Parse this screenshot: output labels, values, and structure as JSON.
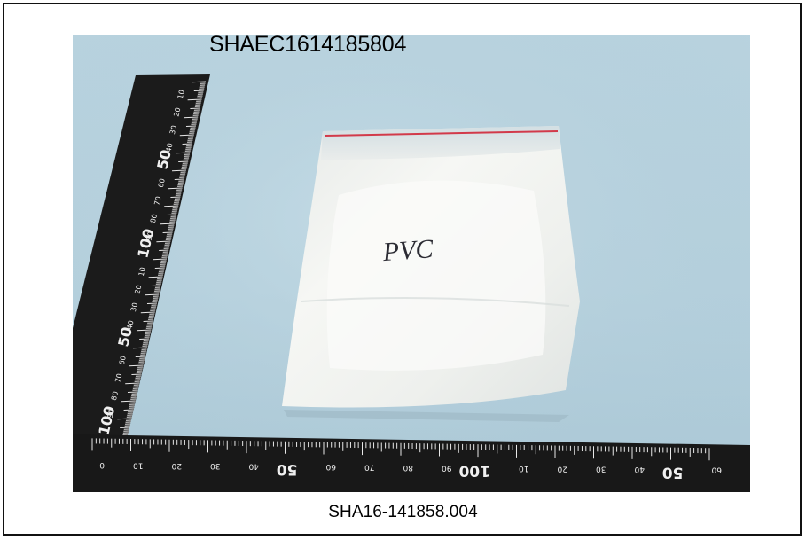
{
  "photo": {
    "sample_id": "SHAEC1614185804",
    "bag_label": "PVC",
    "vertical_ruler_ticks": [
      "10",
      "20",
      "30",
      "40",
      "50",
      "60",
      "70",
      "80",
      "90",
      "100",
      "10",
      "20",
      "30",
      "40",
      "50",
      "60",
      "70",
      "80",
      "90",
      "100"
    ],
    "horizontal_ruler_ticks": [
      "0",
      "10",
      "20",
      "30",
      "40",
      "50",
      "60",
      "70",
      "80",
      "90",
      "100",
      "10",
      "20",
      "30",
      "40",
      "50",
      "60"
    ]
  },
  "caption": {
    "report_number": "SHA16-141858.004"
  },
  "colors": {
    "background": "#b8d2de",
    "ruler": "#1a1a1a",
    "bag": "#f1f2ef",
    "zip_seal": "#d23a4a"
  }
}
